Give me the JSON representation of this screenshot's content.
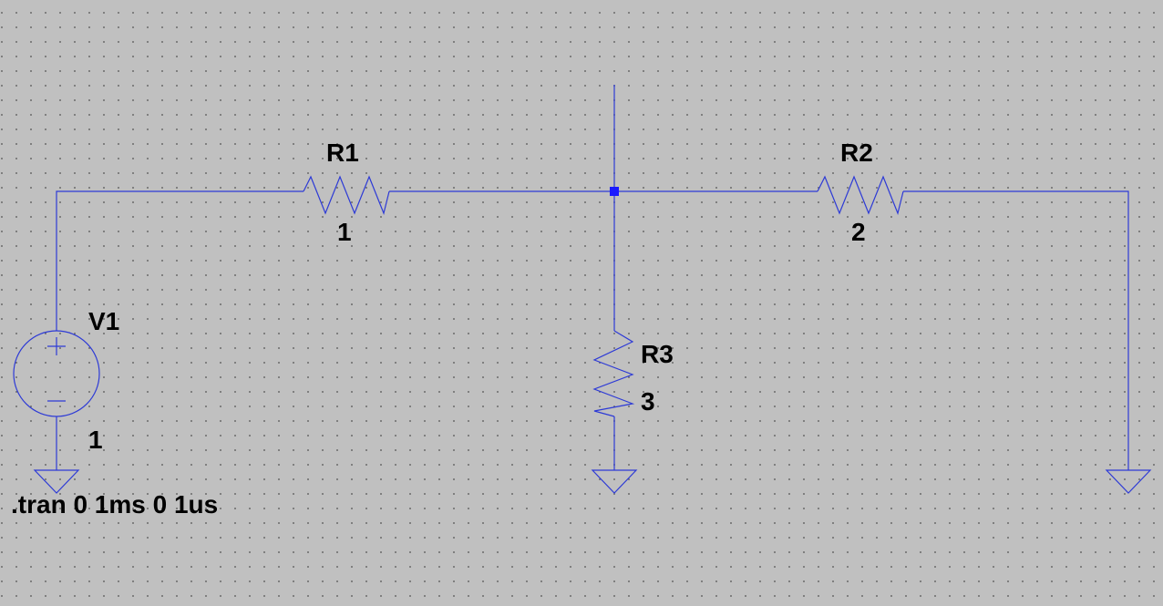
{
  "components": {
    "r1": {
      "name": "R1",
      "value": "1"
    },
    "r2": {
      "name": "R2",
      "value": "2"
    },
    "r3": {
      "name": "R3",
      "value": "3"
    },
    "v1": {
      "name": "V1",
      "value": "1"
    }
  },
  "directive": ".tran 0 1ms 0 1us",
  "colors": {
    "wire": "#2d3ad6",
    "junction": "#1a1aff",
    "background": "#c0c0c0",
    "text": "#000000"
  },
  "icons": [
    "voltage-source-icon",
    "resistor-icon",
    "ground-icon",
    "junction-dot-icon"
  ]
}
